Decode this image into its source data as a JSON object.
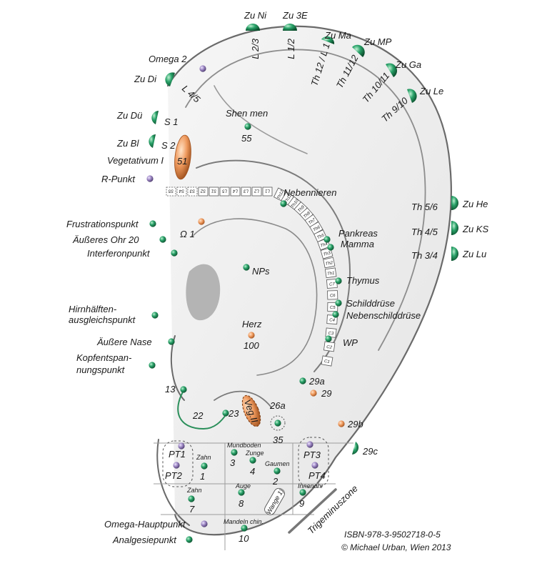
{
  "meridians_top": [
    {
      "name": "Zu Ni",
      "segment": "L 2/3"
    },
    {
      "name": "Zu 3E",
      "segment": "L 1/2"
    },
    {
      "name": "Zu Ma",
      "segment": "Th 12 / L 1"
    },
    {
      "name": "Zu MP",
      "segment": "Th 11/12"
    },
    {
      "name": "Zu Ga",
      "segment": "Th 10/11"
    },
    {
      "name": "Zu Le",
      "segment": "Th 9/10"
    }
  ],
  "meridians_right": [
    {
      "segment": "Th 5/6",
      "name": "Zu He"
    },
    {
      "segment": "Th 4/5",
      "name": "Zu KS"
    },
    {
      "segment": "Th 3/4",
      "name": "Zu Lu"
    }
  ],
  "meridians_left": [
    {
      "name": "Zu Di",
      "segment": "L 4/5"
    },
    {
      "name": "Zu Dü",
      "segment": "S 1"
    },
    {
      "name": "Zu Bl",
      "segment": "S 2"
    }
  ],
  "points": {
    "omega2": "Omega 2",
    "shen_men": "Shen men",
    "shen_men_num": "55",
    "vegetativum1": "Vegetativum I",
    "vegetativum1_num": "51",
    "r_punkt": "R-Punkt",
    "nebennieren": "Nebennieren",
    "frustration": "Frustrationspunkt",
    "aeusseres_ohr": "Äußeres Ohr 20",
    "omega1": "Ω 1",
    "interferon": "Interferonpunkt",
    "pankreas": "Pankreas",
    "mamma": "Mamma",
    "nps": "NPs",
    "thymus": "Thymus",
    "hirn1": "Hirnhälften-",
    "hirn2": "ausgleichspunkt",
    "schilddruese": "Schilddrüse",
    "nebenschilddruese": "Nebenschilddrüse",
    "herz": "Herz",
    "herz_num": "100",
    "aeussere_nase": "Äußere Nase",
    "wp": "WP",
    "kopf1": "Kopfentspan-",
    "kopf2": "nungspunkt",
    "p29a": "29a",
    "p29": "29",
    "p13": "13",
    "veg2": "Veg.II",
    "p26a": "26a",
    "p22": "22",
    "p23": "23",
    "p35": "35",
    "p29b": "29b",
    "p29c": "29c",
    "omega_haupt": "Omega-Hauptpunkt",
    "analgesie": "Analgesiepunkt",
    "trigeminus": "Trigeminuszone"
  },
  "spine_top": [
    "S5",
    "S4",
    "S3",
    "S2",
    "S1",
    "L5",
    "L4",
    "L3",
    "L2",
    "L1"
  ],
  "spine_curve": [
    "Th12",
    "Th11",
    "Th10",
    "Th9",
    "Th8",
    "Th7",
    "Th6",
    "Th5",
    "Th4",
    "Th3",
    "Th2",
    "Th1",
    "C7",
    "C6",
    "C5",
    "C4",
    "C3",
    "C2",
    "C1"
  ],
  "lobe": {
    "pt1": "PT1",
    "pt2": "PT2",
    "pt3": "PT3",
    "pt4": "PT4",
    "mundboden": "Mundboden",
    "zunge": "Zunge",
    "gaumen": "Gaumen",
    "zahn": "Zahn",
    "zahn2": "Zahn",
    "auge": "Auge",
    "innenohr": "Innenohr",
    "wange": "Wange 1)",
    "mandeln": "Mandeln chin.",
    "n1": "1",
    "n2": "2",
    "n3": "3",
    "n4": "4",
    "n7": "7",
    "n8": "8",
    "n9": "9",
    "n10": "10"
  },
  "footer": {
    "isbn": "ISBN-978-3-9502718-0-5",
    "copyright": "© Michael Urban, Wien 2013"
  },
  "colors": {
    "green": "#1f8f5a",
    "green_dark": "#0f5f36",
    "purple": "#8e76b3",
    "orange": "#e8915a",
    "outline": "#4a4a4a"
  }
}
